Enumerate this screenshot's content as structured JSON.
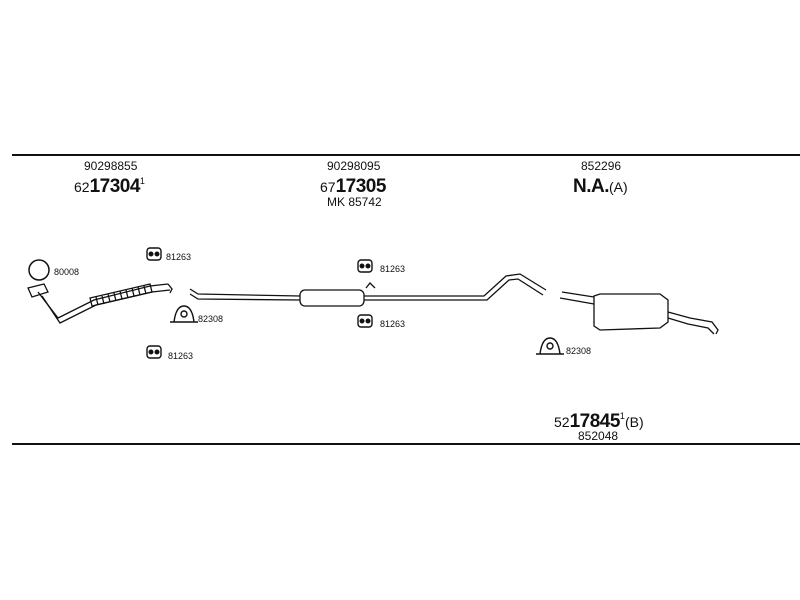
{
  "groups": {
    "front": {
      "top": "90298855",
      "prefix": "62",
      "number": "17304",
      "suffix": "1"
    },
    "middle": {
      "top": "90298095",
      "prefix": "67",
      "number": "17305",
      "bottom": "MK 85742"
    },
    "rear_top": {
      "top": "852296",
      "number": "N.A.",
      "suffix": "(A)"
    },
    "rear_bottom": {
      "prefix": "52",
      "number": "17845",
      "suffix": "1",
      "tag": "(B)",
      "bottom": "852048"
    }
  },
  "parts": {
    "ring": "80008",
    "hanger_a": "81263",
    "clamp_a": "82308",
    "hanger_b": "81263",
    "hanger_c": "81263",
    "hanger_d": "81263",
    "clamp_b": "82308"
  }
}
